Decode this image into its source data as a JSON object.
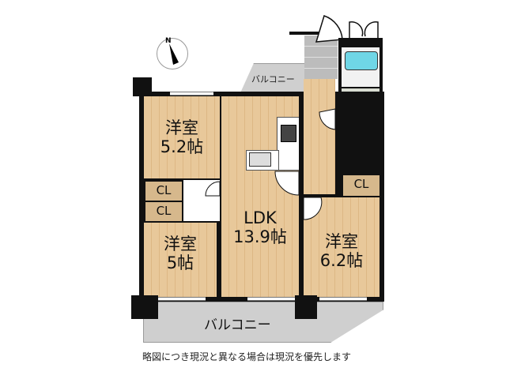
{
  "compass": {
    "label": "N"
  },
  "rooms": {
    "bedroom_a": {
      "type": "洋室",
      "size": "5.2帖"
    },
    "bedroom_b": {
      "type": "洋室",
      "size": "5帖"
    },
    "bedroom_c": {
      "type": "洋室",
      "size": "6.2帖"
    },
    "ldk": {
      "type": "LDK",
      "size": "13.9帖"
    },
    "closets": [
      "CL",
      "CL",
      "CL"
    ],
    "balcony_top": "バルコニー",
    "balcony_bottom": "バルコニー"
  },
  "colors": {
    "floor_wood": "#e8c89a",
    "wall": "#111111",
    "balcony": "#cfcfcf",
    "bathtub": "#6fd6e6"
  },
  "footer": {
    "note": "略図につき現況と異なる場合は現況を優先します"
  }
}
